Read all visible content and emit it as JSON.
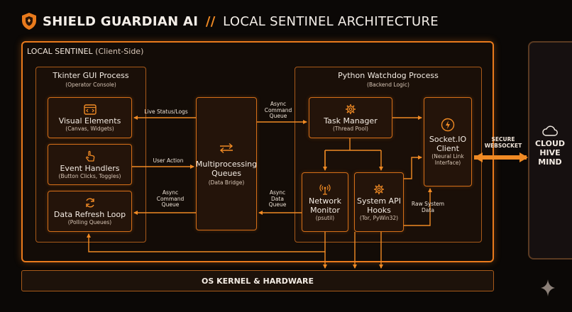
{
  "header": {
    "title_main": "SHIELD GUARDIAN AI",
    "separator": "//",
    "title_sub": "LOCAL SENTINEL ARCHITECTURE",
    "logo_icon": "shield-icon"
  },
  "colors": {
    "accent": "#e97a1c",
    "background": "#0b0806"
  },
  "sentinel": {
    "title": "LOCAL SENTINEL",
    "subtitle": "(Client-Side)"
  },
  "gui": {
    "title": "Tkinter GUI Process",
    "subtitle": "(Operator Console)",
    "boxes": [
      {
        "title": "Visual Elements",
        "subtitle": "(Canvas, Widgets)",
        "icon": "code-window-icon"
      },
      {
        "title": "Event Handlers",
        "subtitle": "(Button Clicks, Toggles)",
        "icon": "pointer-hand-icon"
      },
      {
        "title": "Data Refresh Loop",
        "subtitle": "(Polling Queues)",
        "icon": "refresh-icon"
      }
    ]
  },
  "queues": {
    "title_line1": "Multiprocessing",
    "title_line2": "Queues",
    "subtitle": "(Data Bridge)",
    "icon": "swap-arrows-icon"
  },
  "watchdog": {
    "title": "Python Watchdog Process",
    "subtitle": "(Backend Logic)",
    "task_manager": {
      "title": "Task Manager",
      "subtitle": "(Thread Pool)",
      "icon": "gear-icon"
    },
    "network_monitor": {
      "title_line1": "Network",
      "title_line2": "Monitor",
      "subtitle": "(psutil)",
      "icon": "antenna-icon"
    },
    "system_api": {
      "title_line1": "System API",
      "title_line2": "Hooks",
      "subtitle": "(Tor, PyWin32)",
      "icon": "gear-icon"
    },
    "socketio": {
      "title_line1": "Socket.IO",
      "title_line2": "Client",
      "subtitle_line1": "(Neural Link",
      "subtitle_line2": "Interface)",
      "icon": "lightning-icon"
    }
  },
  "labels": {
    "live_status": "Live Status/Logs",
    "user_action": "User Action",
    "async_cmd_left_1": "Async",
    "async_cmd_left_2": "Command",
    "async_cmd_left_3": "Queue",
    "async_cmd_top_1": "Async",
    "async_cmd_top_2": "Command",
    "async_cmd_top_3": "Queue",
    "async_data_1": "Async",
    "async_data_2": "Data",
    "async_data_3": "Queue",
    "raw_system_1": "Raw System",
    "raw_system_2": "Data",
    "secure_ws_1": "SECURE",
    "secure_ws_2": "WEBSOCKET"
  },
  "cloud": {
    "line1": "CLOUD",
    "line2": "HIVE",
    "line3": "MIND",
    "icon": "cloud-icon"
  },
  "os": {
    "label": "OS KERNEL & HARDWARE"
  },
  "watermark_icon": "sparkle-icon"
}
